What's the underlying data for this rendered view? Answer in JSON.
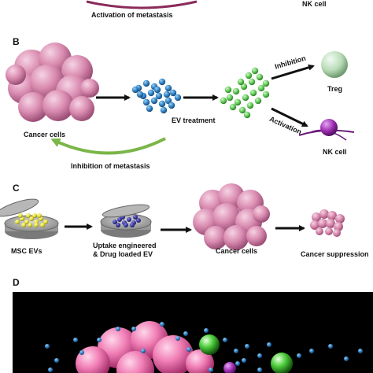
{
  "panel_a": {
    "caption_left": "Activation of metastasis",
    "caption_right": "NK cell"
  },
  "panel_b": {
    "letter": "B",
    "cancer_cells": "Cancer cells",
    "ev_treatment": "EV treatment",
    "inhibition": "Inhibition",
    "treg": "Treg",
    "activation": "Activation",
    "nk_cell": "NK cell",
    "inhibition_of_metastasis": "Inhibition of metastasis"
  },
  "panel_c": {
    "letter": "C",
    "msc_evs": "MSC EVs",
    "uptake_line1": "Uptake engineered",
    "uptake_line2": "& Drug loaded EV",
    "cancer_cells": "Cancer cells",
    "cancer_suppression": "Cancer suppression"
  },
  "panel_d": {
    "letter": "D"
  },
  "colors": {
    "cancer_pink": "#d98bb0",
    "ev_blue": "#2f7fc1",
    "ev_green": "#5ec954",
    "treg_green": "#b9dcb9",
    "nk_purple": "#9a2bb0",
    "arrow_green": "#7ab648",
    "msc_yellow": "#e6e03a",
    "engineered_purple": "#3c3aa0"
  }
}
